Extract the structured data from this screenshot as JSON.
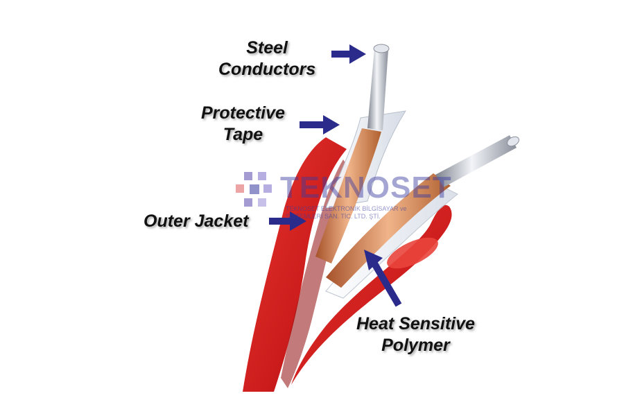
{
  "labels": {
    "steel_conductors": [
      "Steel",
      "Conductors"
    ],
    "protective_tape": [
      "Protective",
      "Tape"
    ],
    "outer_jacket": [
      "Outer Jacket"
    ],
    "heat_sensitive_polymer": [
      "Heat Sensitive",
      "Polymer"
    ]
  },
  "watermark": {
    "name": "TEKNOSET",
    "subtitle_lines": [
      "TEKNOSET ELEKTRONİK BİLGİSAYAR ve",
      "SİSTEMLERİ SAN. TİC. LTD. ŞTİ."
    ]
  },
  "colors": {
    "jacket": "#d21f1f",
    "jacket_shade": "#a50f0f",
    "copper": "#cf7a45",
    "steel": "#b7bcc7",
    "arrow": "#2b2b8c",
    "tape": "#eef2f7"
  }
}
